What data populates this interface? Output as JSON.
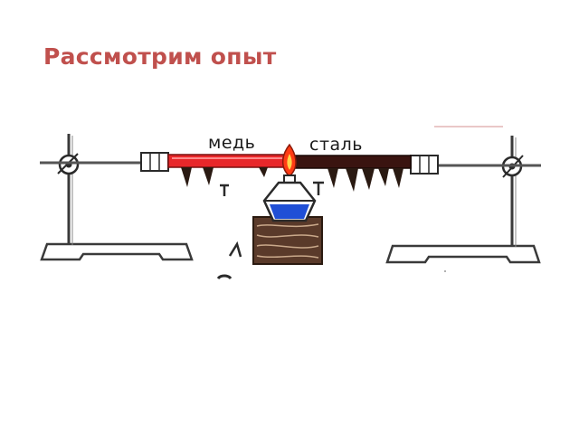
{
  "slide": {
    "title": "Рассмотрим опыт"
  },
  "diagram": {
    "rod_labels": {
      "copper": "медь",
      "steel": "сталь"
    },
    "colors": {
      "title": "#c0504d",
      "copper_rod": "#e8272a",
      "steel_rod": "#3a1410",
      "flame": "#ff3b14",
      "lamp_fuel": "#1f4fd6",
      "wood_block": "#5a3a2a",
      "stand": "#4a4a4a"
    }
  }
}
